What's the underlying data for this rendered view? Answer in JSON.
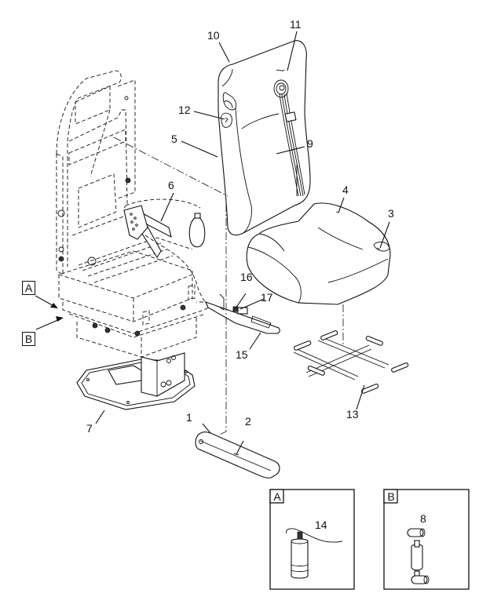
{
  "diagram": {
    "title": "Seat assembly exploded view",
    "callouts": [
      {
        "id": "1",
        "label": "1",
        "part": "armrest"
      },
      {
        "id": "2",
        "label": "2",
        "part": "armrest-fastener"
      },
      {
        "id": "3",
        "label": "3",
        "part": "seat-cushion-fastener"
      },
      {
        "id": "4",
        "label": "4",
        "part": "seat-cushion"
      },
      {
        "id": "5",
        "label": "5",
        "part": "backrest-cushion"
      },
      {
        "id": "6",
        "label": "6",
        "part": "adjustment-lever"
      },
      {
        "id": "7",
        "label": "7",
        "part": "base-plate"
      },
      {
        "id": "8",
        "label": "8",
        "part": "shock-absorber"
      },
      {
        "id": "9",
        "label": "9",
        "part": "seat-belt"
      },
      {
        "id": "10",
        "label": "10",
        "part": "headrest-side"
      },
      {
        "id": "11",
        "label": "11",
        "part": "headrest-fastener"
      },
      {
        "id": "12",
        "label": "12",
        "part": "side-handle"
      },
      {
        "id": "13",
        "label": "13",
        "part": "cushion-support-spring"
      },
      {
        "id": "14",
        "label": "14",
        "part": "air-valve"
      },
      {
        "id": "15",
        "label": "15",
        "part": "side-bracket"
      },
      {
        "id": "16",
        "label": "16",
        "part": "switch"
      },
      {
        "id": "17",
        "label": "17",
        "part": "connector"
      }
    ],
    "view_markers": [
      {
        "id": "A",
        "label": "A"
      },
      {
        "id": "B",
        "label": "B"
      }
    ],
    "detail_views": [
      {
        "id": "A",
        "label": "A",
        "callout": "14"
      },
      {
        "id": "B",
        "label": "B",
        "callout": "8"
      }
    ]
  }
}
